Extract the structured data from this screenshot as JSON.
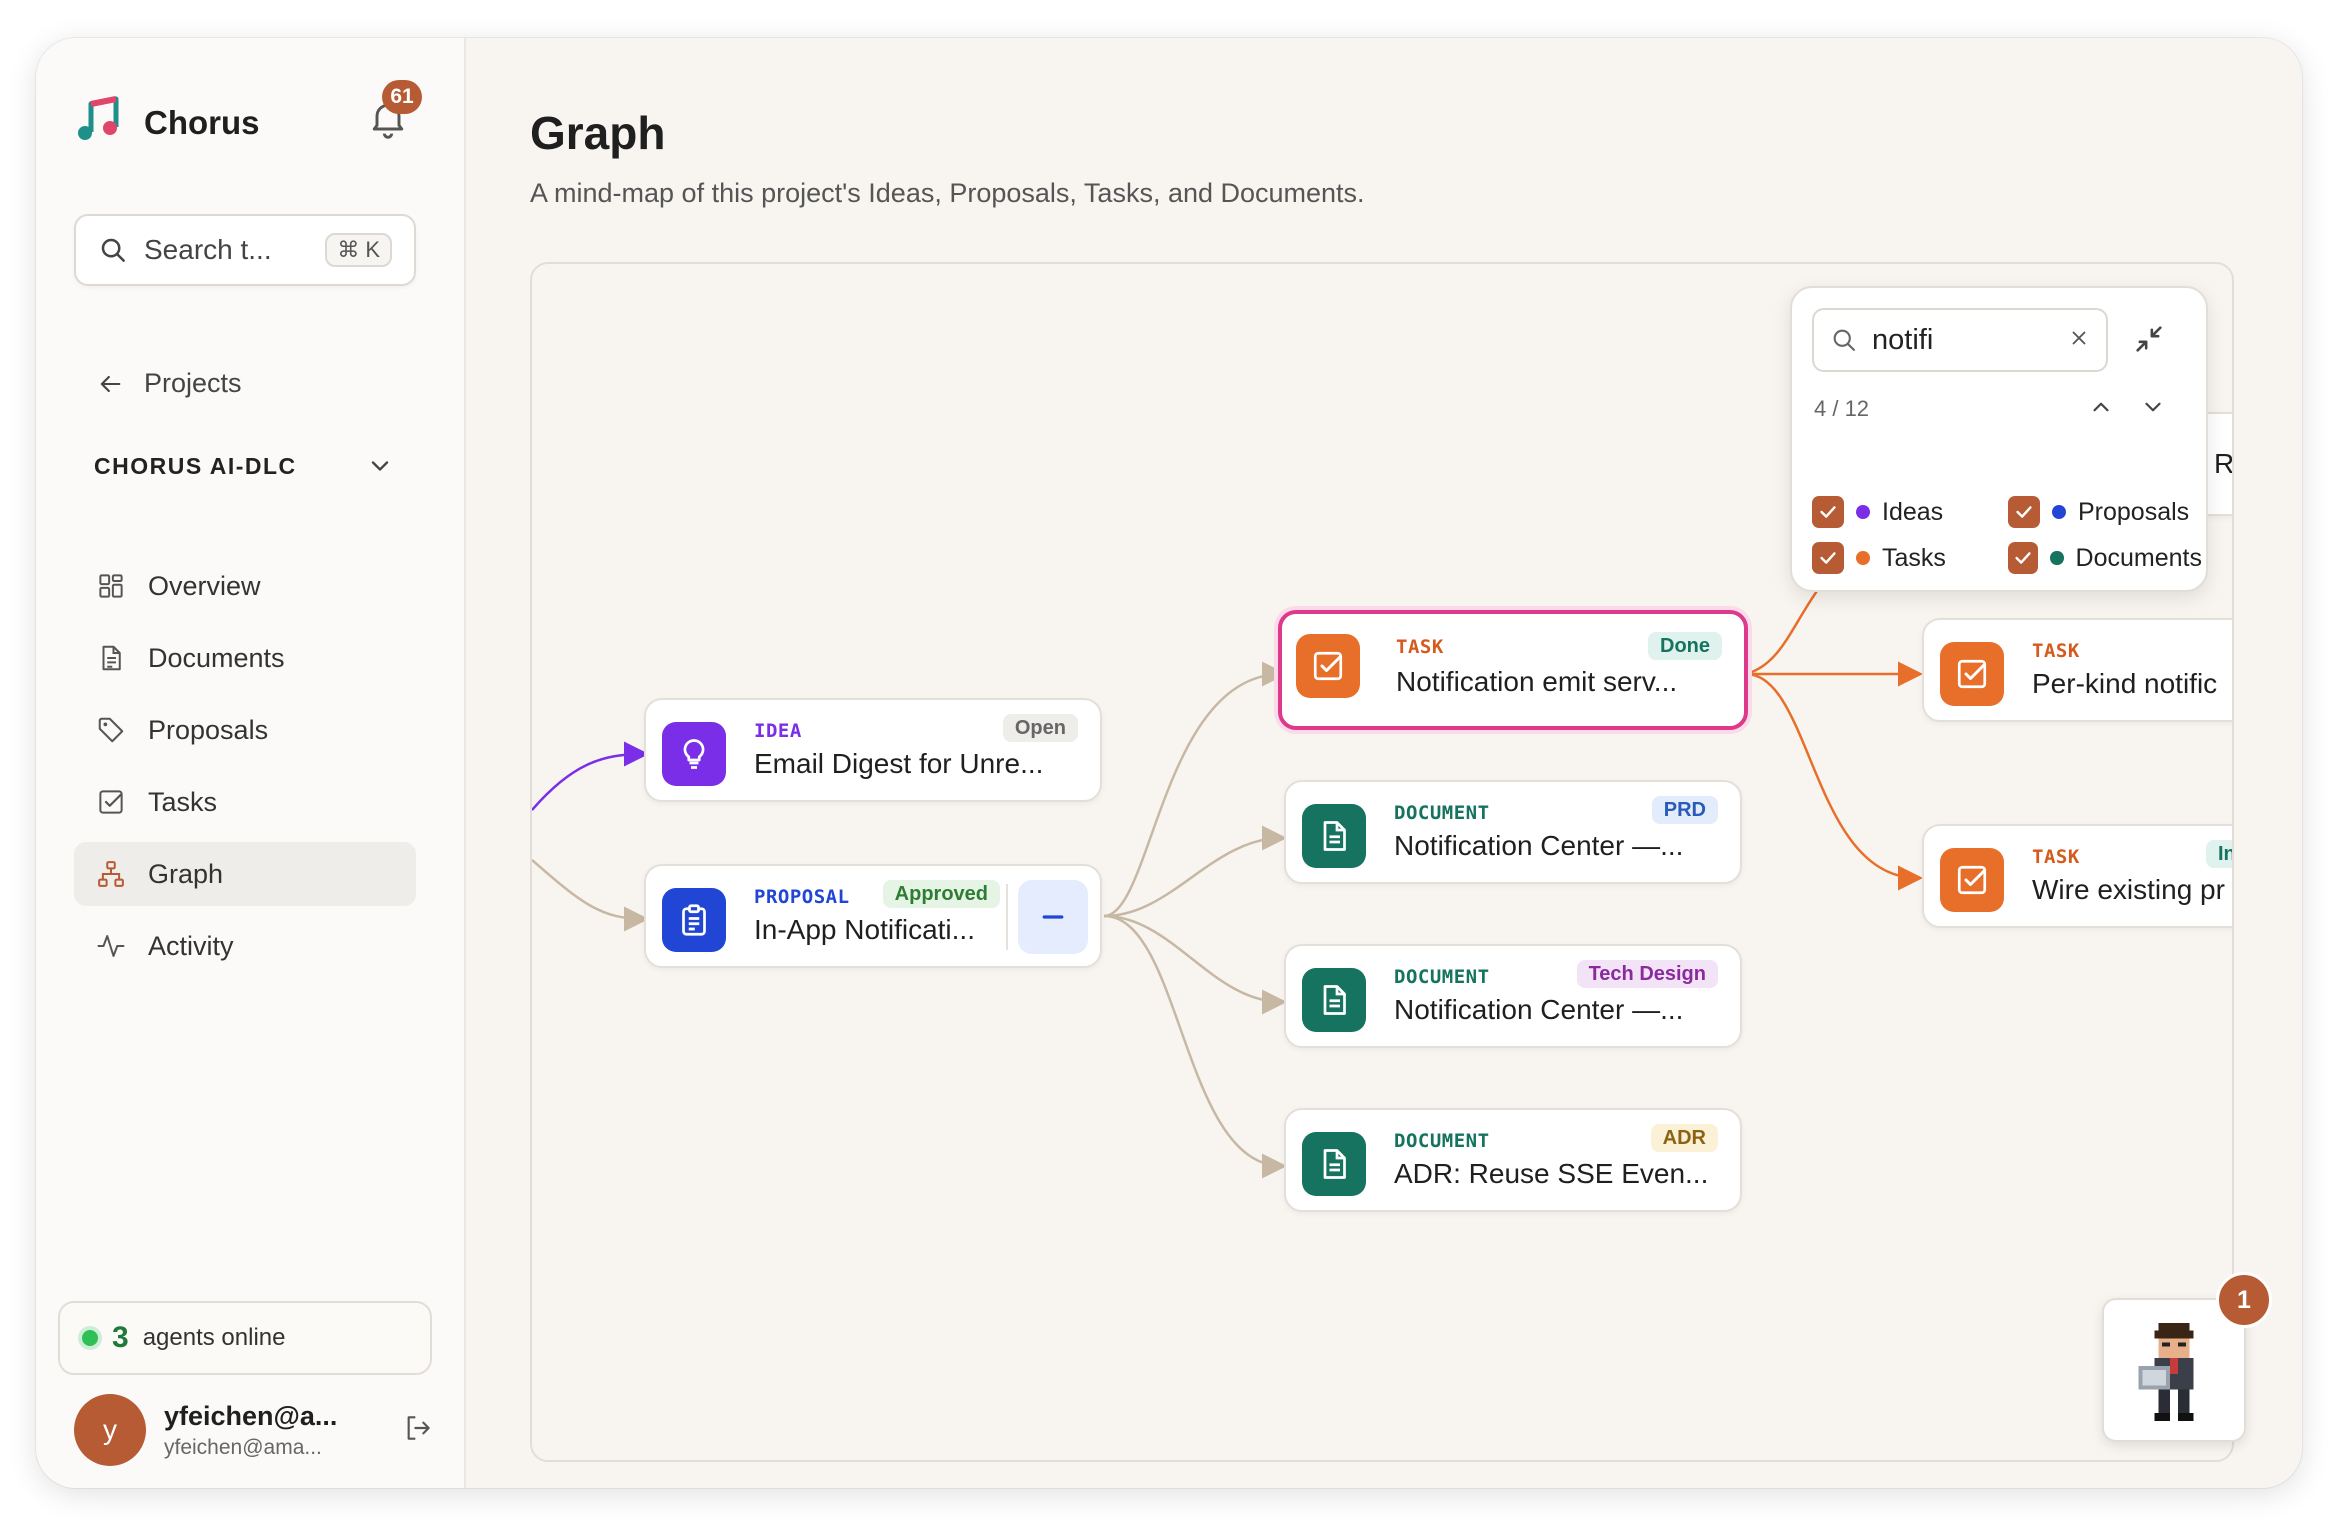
{
  "app": {
    "name": "Chorus",
    "notification_count": "61"
  },
  "search": {
    "placeholder": "Search t...",
    "shortcut_symbol": "⌘",
    "shortcut_key": "K"
  },
  "sidebar": {
    "back_label": "Projects",
    "project_name": "CHORUS AI-DLC",
    "items": [
      {
        "label": "Overview",
        "icon": "grid-icon"
      },
      {
        "label": "Documents",
        "icon": "document-icon"
      },
      {
        "label": "Proposals",
        "icon": "tag-icon"
      },
      {
        "label": "Tasks",
        "icon": "checkbox-icon"
      },
      {
        "label": "Graph",
        "icon": "graph-icon",
        "active": true
      },
      {
        "label": "Activity",
        "icon": "activity-icon"
      }
    ],
    "agents_count": "3",
    "agents_label": "agents online",
    "user_initial": "y",
    "user_name": "yfeichen@a...",
    "user_email": "yfeichen@ama..."
  },
  "page": {
    "title": "Graph",
    "subtitle": "A mind-map of this project's Ideas, Proposals, Tasks, and Documents."
  },
  "graph": {
    "nodes": [
      {
        "id": "idea",
        "kind": "IDEA",
        "title": "Email Digest for Unre...",
        "badge": "Open"
      },
      {
        "id": "proposal",
        "kind": "PROPOSAL",
        "title": "In-App Notificati...",
        "badge": "Approved"
      },
      {
        "id": "task1",
        "kind": "TASK",
        "title": "Notification emit serv...",
        "badge": "Done"
      },
      {
        "id": "doc1",
        "kind": "DOCUMENT",
        "title": "Notification Center —...",
        "badge": "PRD"
      },
      {
        "id": "doc2",
        "kind": "DOCUMENT",
        "title": "Notification Center —...",
        "badge": "Tech Design"
      },
      {
        "id": "doc3",
        "kind": "DOCUMENT",
        "title": "ADR: Reuse SSE Even...",
        "badge": "ADR"
      },
      {
        "id": "task2",
        "kind": "TASK",
        "title": "Per-kind notific",
        "badge": ""
      },
      {
        "id": "task3",
        "kind": "TASK",
        "title": "Wire existing pr",
        "badge": "In"
      }
    ],
    "hidden_node_fragment": "RE"
  },
  "graph_search": {
    "value": "notifi",
    "match_count": "4 / 12",
    "filters": [
      {
        "label": "Ideas",
        "color": "#7a2ee8",
        "checked": true
      },
      {
        "label": "Proposals",
        "color": "#2146d6",
        "checked": true
      },
      {
        "label": "Tasks",
        "color": "#e86f2a",
        "checked": true
      },
      {
        "label": "Documents",
        "color": "#15735f",
        "checked": true
      }
    ]
  },
  "agent_widget": {
    "badge_count": "1"
  },
  "colors": {
    "accent": "#b65b34",
    "idea": "#7a2ee8",
    "proposal": "#2146d6",
    "task": "#e86f2a",
    "document": "#15735f",
    "selection": "#dd3a8c"
  }
}
